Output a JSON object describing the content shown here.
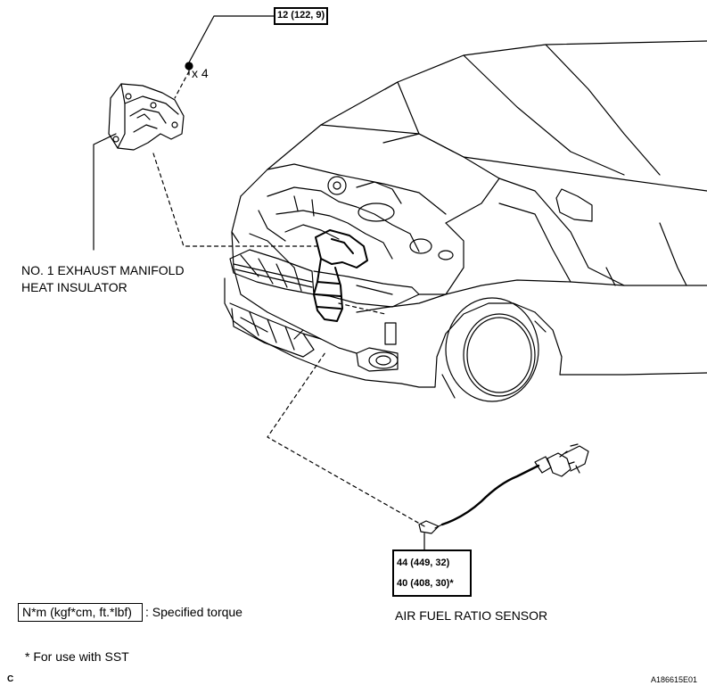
{
  "torque_top": "12 (122, 9)",
  "bolt_count": "x 4",
  "insulator_label_line1": "NO. 1 EXHAUST MANIFOLD",
  "insulator_label_line2": "HEAT INSULATOR",
  "sensor_torque_1": "44 (449, 32)",
  "sensor_torque_2": "40 (408, 30)*",
  "sensor_label": "AIR FUEL RATIO SENSOR",
  "legend_unit": "N*m (kgf*cm, ft.*lbf)",
  "legend_text": ": Specified torque",
  "footnote": "* For use with SST",
  "corner_letter": "C",
  "figure_id": "A186615E01"
}
